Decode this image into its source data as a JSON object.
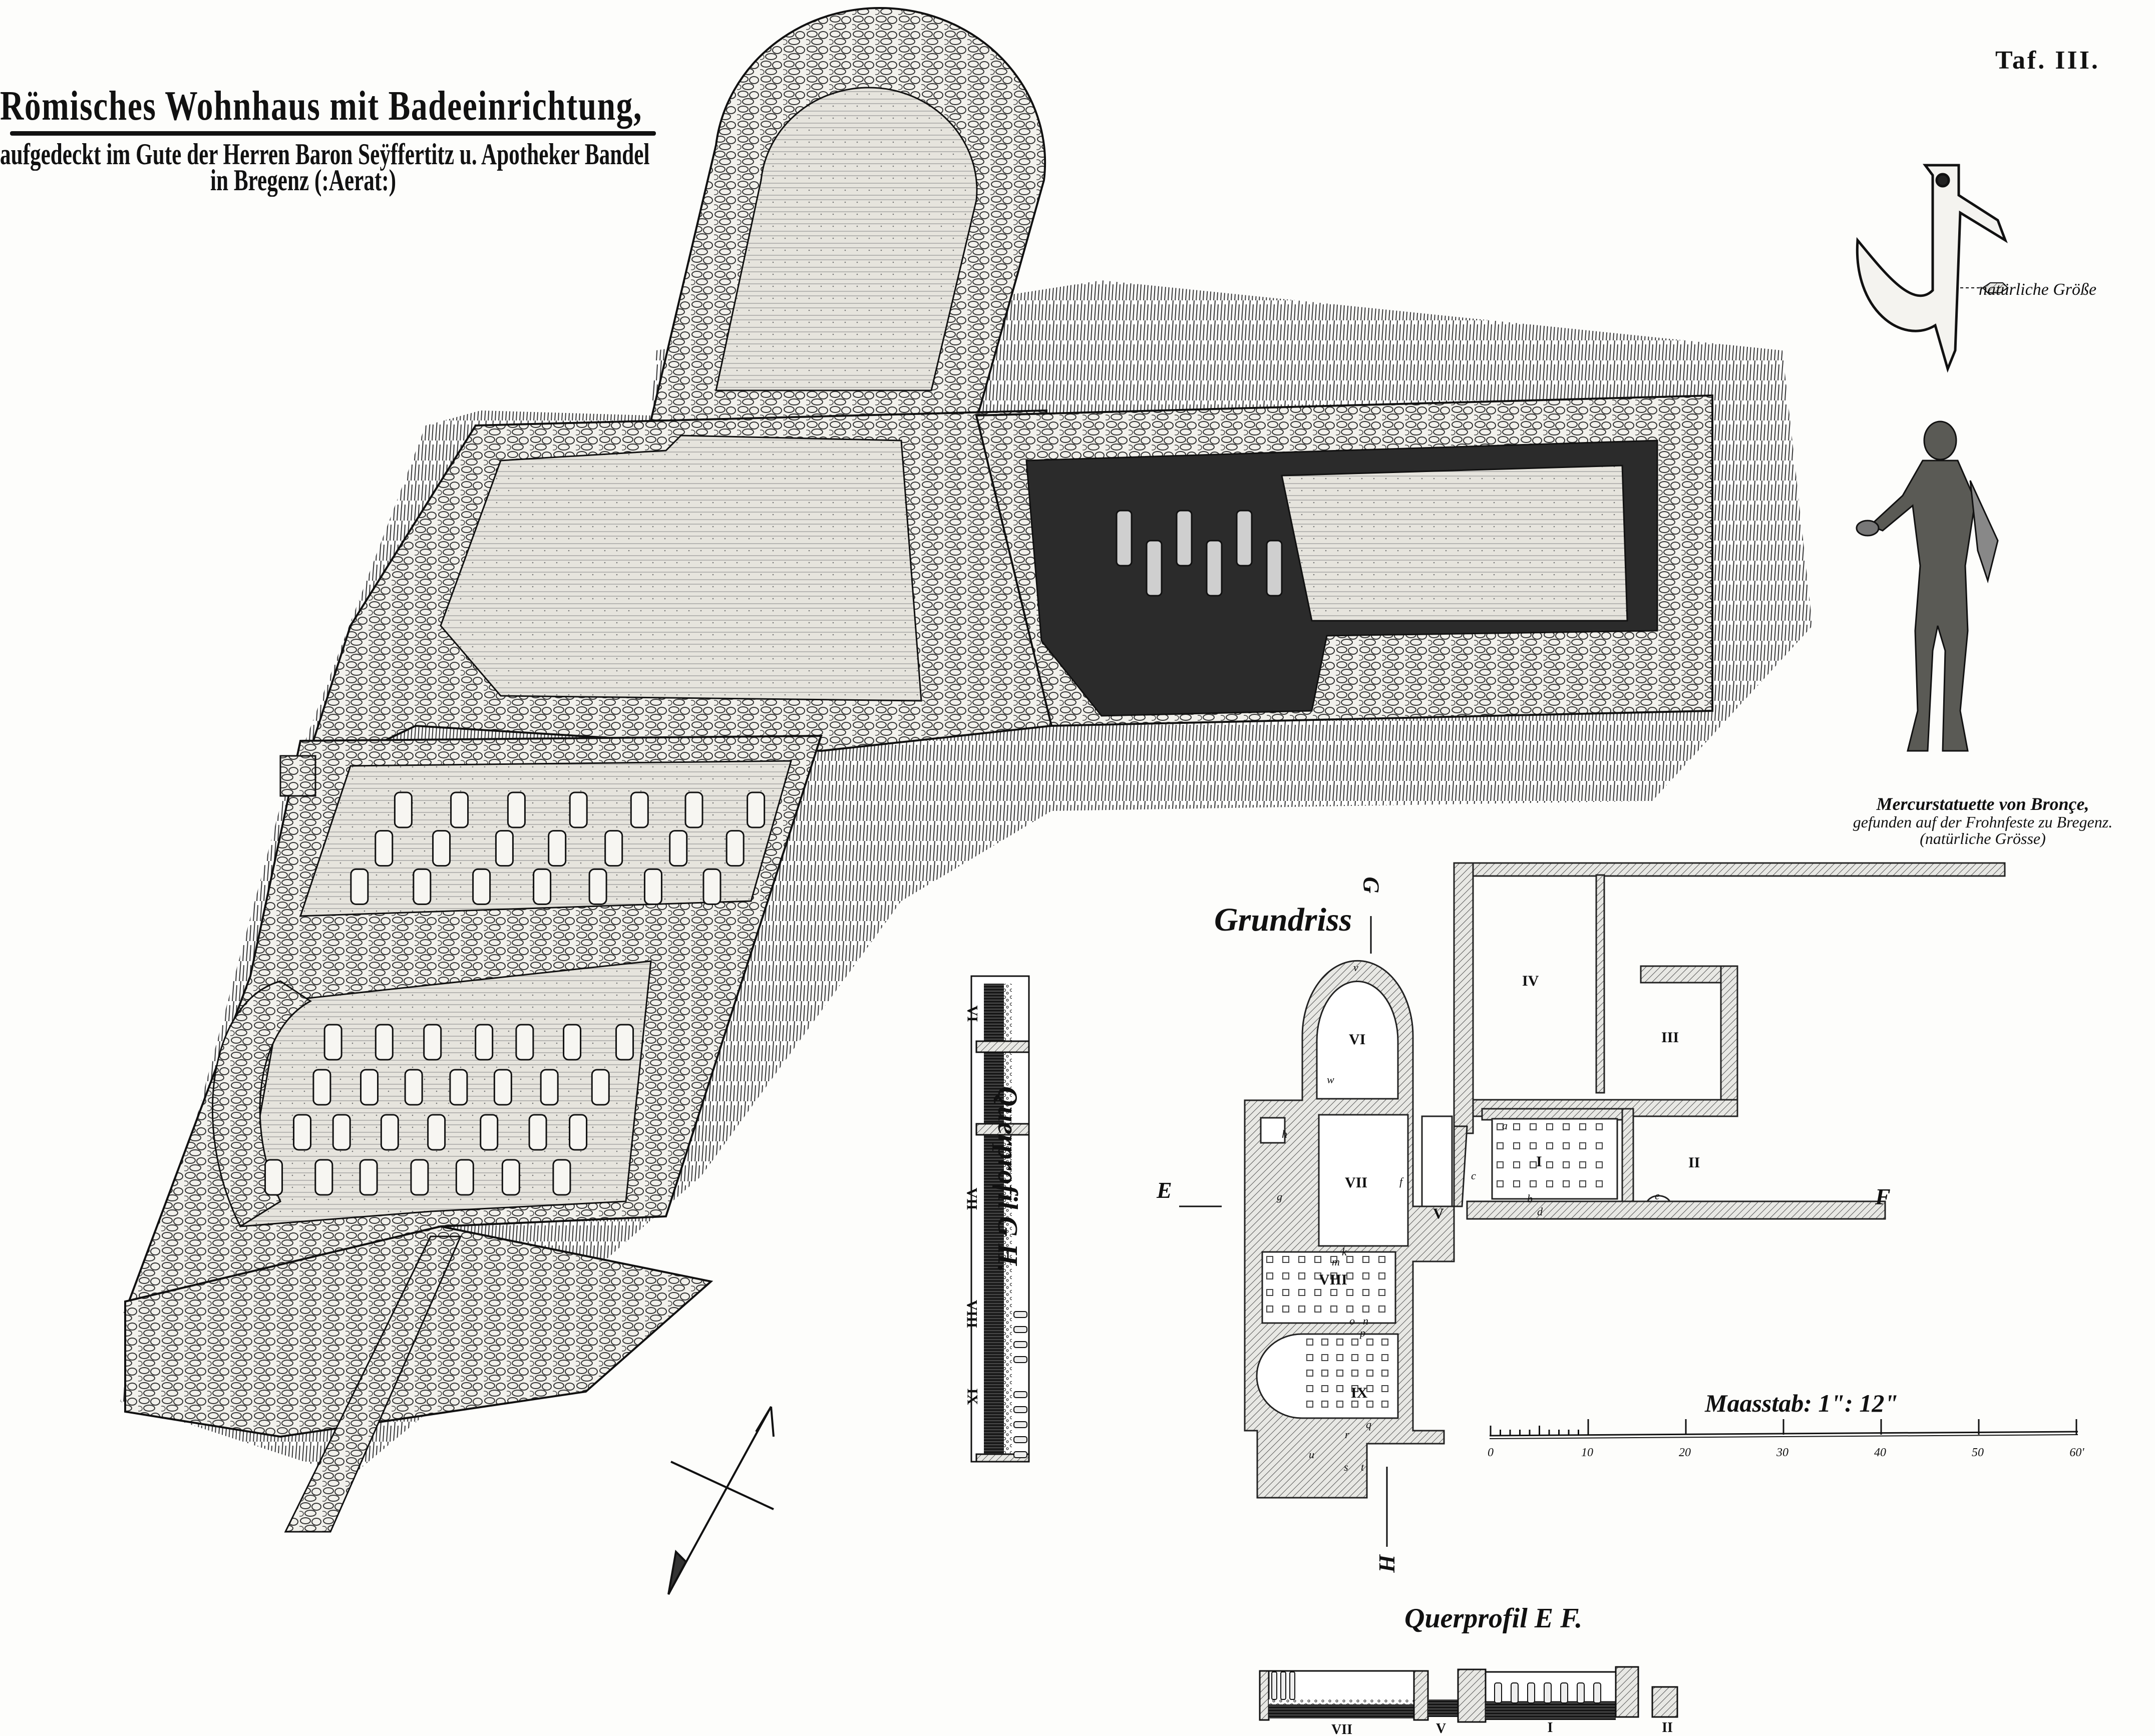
{
  "plate": {
    "title": "Römisches Wohnhaus mit Badeeinrichtung,",
    "subtitle": "aufgedeckt im Gute der Herren Baron Seÿffertitz u. Apotheker Bandel",
    "subtitle_2": "in Bregenz (:Aerat:)",
    "plate_number": "Taf. III."
  },
  "hook": {
    "caption": "natürliche Größe"
  },
  "statuette": {
    "caption_lines": [
      "Mercurstatuette von Bronçe,",
      "gefunden auf der Frohnfeste zu Bregenz.",
      "(natürliche Grösse)"
    ]
  },
  "plan": {
    "title": "Grundriss",
    "section_markers": {
      "g": "G",
      "h": "H",
      "e": "E",
      "f": "F"
    },
    "rooms": {
      "i": "I",
      "ii": "II",
      "iii": "III",
      "iv": "IV",
      "v": "V",
      "vi": "VI",
      "vii": "VII",
      "viii": "VIII",
      "ix": "IX"
    },
    "detail_letters": {
      "a": "a",
      "b": "b",
      "c": "c",
      "d": "d",
      "e": "e",
      "f": "f",
      "g": "g",
      "h": "h",
      "k": "k",
      "m": "m",
      "n": "n",
      "o": "o",
      "p": "p",
      "q": "q",
      "r": "r",
      "s": "s",
      "t": "t",
      "u": "u",
      "v": "v",
      "w": "w"
    }
  },
  "scale": {
    "label": "Maasstab: 1\": 12\"",
    "ticks": [
      "0",
      "10",
      "20",
      "30",
      "40",
      "50",
      "60'"
    ]
  },
  "profile_gh": {
    "title": "Querprofil G H.",
    "labels": [
      "VI",
      "VII",
      "VIII",
      "IX"
    ]
  },
  "profile_ef": {
    "title": "Querprofil E F.",
    "labels": [
      "VII",
      "V",
      "I",
      "II"
    ]
  }
}
